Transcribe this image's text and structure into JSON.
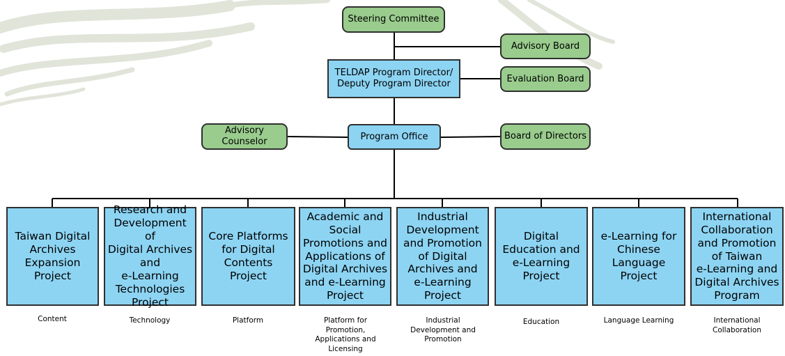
{
  "chart_nodes": {
    "steering_committee": "Steering Committee",
    "advisory_board": "Advisory Board",
    "program_director": "TELDAP Program Director/\nDeputy Program Director",
    "evaluation_board": "Evaluation Board",
    "advisory_counselor": "Advisory\nCounselor",
    "program_office": "Program Office",
    "board_of_directors": "Board of Directors"
  },
  "projects": [
    {
      "title": "Taiwan Digital\nArchives\nExpansion\nProject",
      "category": "Content"
    },
    {
      "title": "Research and\nDevelopment of\nDigital Archives\nand\ne-Learning\nTechnologies\nProject",
      "category": "Technology"
    },
    {
      "title": "Core Platforms\nfor Digital\nContents\nProject",
      "category": "Platform"
    },
    {
      "title": "Academic and\nSocial\nPromotions and\nApplications of\nDigital Archives\nand e-Learning\nProject",
      "category": "Platform for\nPromotion,\nApplications and\nLicensing"
    },
    {
      "title": "Industrial\nDevelopment\nand Promotion\nof Digital\nArchives and\ne-Learning\nProject",
      "category": "Industrial\nDevelopment and\nPromotion"
    },
    {
      "title": "Digital\nEducation and\ne-Learning\nProject",
      "category": "Education"
    },
    {
      "title": "e-Learning for\nChinese\nLanguage\nProject",
      "category": "Language Learning"
    },
    {
      "title": "International\nCollaboration\nand Promotion\nof Taiwan\ne-Learning and\nDigital Archives\nProgram",
      "category": "International\nCollaboration"
    }
  ],
  "colors": {
    "governance_box": "#99cc8d",
    "program_box": "#8dd4f3",
    "border": "#2f2f2f",
    "decoration": "#d8dccd"
  }
}
